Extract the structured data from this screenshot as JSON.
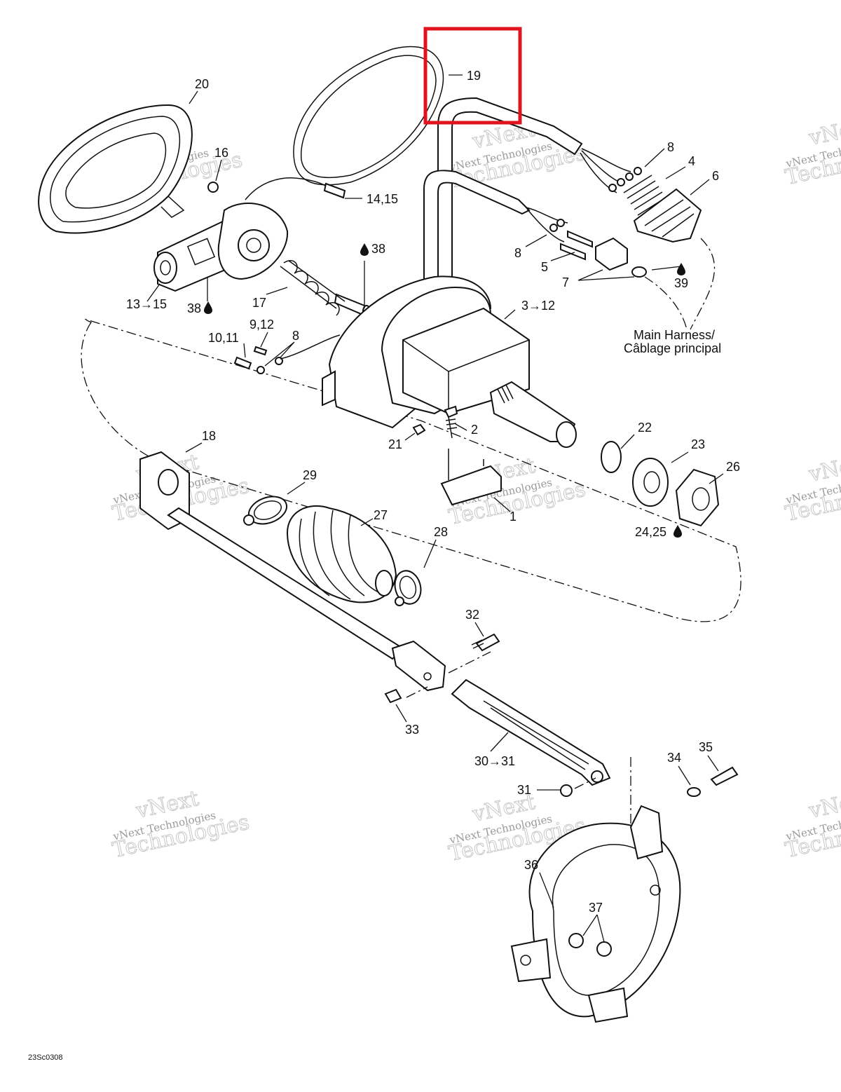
{
  "diagram_code": "23Sc0308",
  "watermark": {
    "line1": "vNext",
    "line2": "vNext Technologies",
    "line3": "Technologies"
  },
  "highlight": {
    "label": "19",
    "color": "#e0141e"
  },
  "callouts": [
    {
      "id": "c20",
      "text": "20"
    },
    {
      "id": "c16",
      "text": "16"
    },
    {
      "id": "c14_15",
      "text": "14,15"
    },
    {
      "id": "c38a",
      "text": "38"
    },
    {
      "id": "c13_15",
      "text": "13→15"
    },
    {
      "id": "c38b",
      "text": "38"
    },
    {
      "id": "c17",
      "text": "17"
    },
    {
      "id": "c3_12",
      "text": "3→12"
    },
    {
      "id": "c8a",
      "text": "8"
    },
    {
      "id": "c4",
      "text": "4"
    },
    {
      "id": "c6",
      "text": "6"
    },
    {
      "id": "c8b",
      "text": "8"
    },
    {
      "id": "c5",
      "text": "5"
    },
    {
      "id": "c7",
      "text": "7"
    },
    {
      "id": "c39",
      "text": "39"
    },
    {
      "id": "c9_12",
      "text": "9,12"
    },
    {
      "id": "c10_11",
      "text": "10,11"
    },
    {
      "id": "c8c",
      "text": "8"
    },
    {
      "id": "c2",
      "text": "2"
    },
    {
      "id": "c21",
      "text": "21"
    },
    {
      "id": "c22",
      "text": "22"
    },
    {
      "id": "c23",
      "text": "23"
    },
    {
      "id": "c26",
      "text": "26"
    },
    {
      "id": "c18",
      "text": "18"
    },
    {
      "id": "c29",
      "text": "29"
    },
    {
      "id": "c1",
      "text": "1"
    },
    {
      "id": "c27",
      "text": "27"
    },
    {
      "id": "c28",
      "text": "28"
    },
    {
      "id": "c24_25",
      "text": "24,25"
    },
    {
      "id": "c32",
      "text": "32"
    },
    {
      "id": "c33",
      "text": "33"
    },
    {
      "id": "c30_31",
      "text": "30→31"
    },
    {
      "id": "c31",
      "text": "31"
    },
    {
      "id": "c34",
      "text": "34"
    },
    {
      "id": "c35",
      "text": "35"
    },
    {
      "id": "c36",
      "text": "36"
    },
    {
      "id": "c37",
      "text": "37"
    }
  ],
  "main_harness": {
    "line1": "Main Harness/",
    "line2": "Câblage principal"
  },
  "colors": {
    "line": "#111111",
    "highlight": "#e0141e",
    "watermark": "#9a9a9a"
  }
}
